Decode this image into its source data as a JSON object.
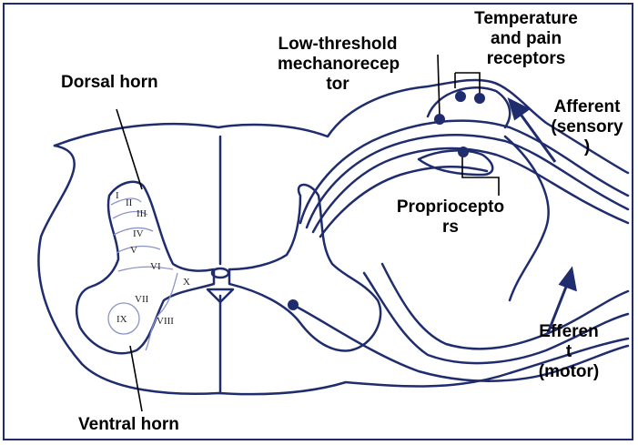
{
  "labels": {
    "dorsal_horn": "Dorsal horn",
    "ventral_horn": "Ventral horn",
    "low_threshold": [
      "Low-threshold",
      "mechanorecep",
      "tor"
    ],
    "temp_pain": [
      "Temperature",
      "and pain",
      "receptors"
    ],
    "afferent": [
      "Afferent",
      "(sensory",
      ")"
    ],
    "proprioceptors": [
      "Proprioc​eptо",
      "rs"
    ],
    "efferent": [
      "Efferen",
      "t",
      "(motor)"
    ]
  },
  "laminae": [
    "I",
    "II",
    "III",
    "IV",
    "V",
    "VI",
    "VII",
    "VIII",
    "IX",
    "X"
  ],
  "colors": {
    "outline": "#1f2c6e",
    "laminae": "#8a93c8",
    "receptor_dot": "#1f2c6e"
  }
}
